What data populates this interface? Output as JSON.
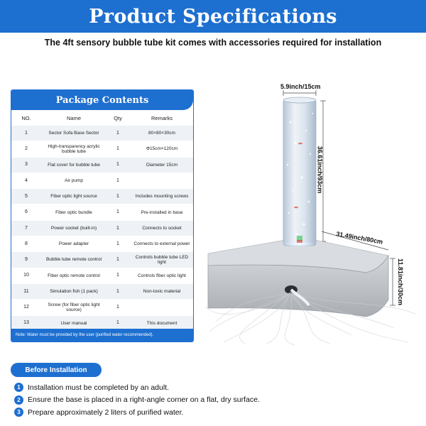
{
  "banner": {
    "title": "Product Specifications"
  },
  "subtitle": "The 4ft sensory bubble tube kit comes with accessories required for installation",
  "package": {
    "title": "Package Contents",
    "headers": [
      "NO.",
      "Name",
      "Qty",
      "Remarks"
    ],
    "rows": [
      {
        "no": "1",
        "name": "Sector Sofa Base Sector",
        "qty": "1",
        "remarks": "80×80×30cm"
      },
      {
        "no": "2",
        "name": "High-transparency acrylic bubble tube",
        "qty": "1",
        "remarks": "Φ15cm×120cm"
      },
      {
        "no": "3",
        "name": "Flat cover for bubble tube",
        "qty": "1",
        "remarks": "Diameter 15cm"
      },
      {
        "no": "4",
        "name": "Air pump",
        "qty": "1",
        "remarks": ""
      },
      {
        "no": "5",
        "name": "Fiber optic light source",
        "qty": "1",
        "remarks": "Includes mounting screws"
      },
      {
        "no": "6",
        "name": "Fiber optic bundle",
        "qty": "1",
        "remarks": "Pre-installed in base"
      },
      {
        "no": "7",
        "name": "Power socket (built-in)",
        "qty": "1",
        "remarks": "Connects to socket"
      },
      {
        "no": "8",
        "name": "Power adapter",
        "qty": "1",
        "remarks": "Connects to external power"
      },
      {
        "no": "9",
        "name": "Bubble tube remote control",
        "qty": "1",
        "remarks": "Controls bubble tube LED light"
      },
      {
        "no": "10",
        "name": "Fiber optic remote control",
        "qty": "1",
        "remarks": "Controls fiber optic light"
      },
      {
        "no": "11",
        "name": "Simulation fish (1 pack)",
        "qty": "1",
        "remarks": "Non-toxic material"
      },
      {
        "no": "12",
        "name": "Screw (for fiber optic light source)",
        "qty": "1",
        "remarks": ""
      },
      {
        "no": "13",
        "name": "User manual",
        "qty": "1",
        "remarks": "This document"
      }
    ],
    "note": "Note: Water must be provided by the user (purified water recommended)."
  },
  "dimensions": {
    "tube_diameter": "5.9inch/15cm",
    "tube_height": "36.61inch/93cm",
    "base_width": "31.49inch/80cm",
    "base_height": "11.81inch/30cm"
  },
  "before_installation": {
    "title": "Before Installation",
    "steps": [
      {
        "num": "1",
        "text": "Installation must be completed by an adult."
      },
      {
        "num": "2",
        "text": "Ensure the base is placed in a right-angle corner on a flat, dry surface."
      },
      {
        "num": "3",
        "text": "Prepare approximately 2 liters of purified water."
      }
    ]
  },
  "colors": {
    "accent": "#1d6fd0",
    "row_alt": "#eef1f5"
  }
}
